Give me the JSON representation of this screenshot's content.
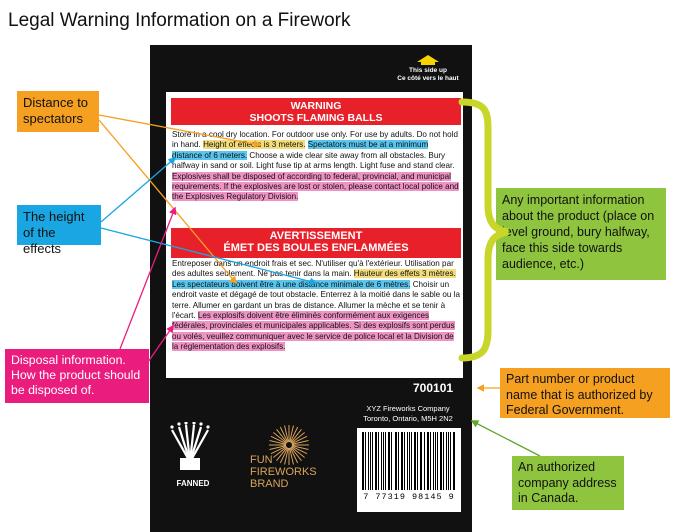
{
  "title": "Legal Warning Information on a Firework",
  "package": {
    "side_up_en": "This side up",
    "side_up_fr": "Ce côté vers le haut",
    "warning_heading": "WARNING",
    "warning_subheading": "SHOOTS FLAMING BALLS",
    "en_text_1": "Store in a cool dry location. For outdoor use only. For use by adults. Do not hold in hand. ",
    "en_height": "Height of effects is 3 meters.",
    "en_sep": " ",
    "en_distance": "Spectators must be at a minimum distance of 6 meters.",
    "en_text_2": " Choose a wide clear site away from all obstacles. Bury halfway in sand or soil. Light fuse tip at arms length. Light fuse and stand clear. ",
    "en_disposal": "Explosives shall be disposed of according to federal, provincial, and municipal requirements. If the explosives are lost or stolen, please contact local police and the Explosives Regulatory Division.",
    "fr_heading": "AVERTISSEMENT",
    "fr_subheading": "ÉMET DES BOULES ENFLAMMÉES",
    "fr_text_1": "Entreposer dans un endroit frais et sec. N'utiliser qu'à l'extérieur. Utilisation par des adultes seulement. Ne pas tenir dans la main. ",
    "fr_height": "Hauteur des effets 3 mètres.",
    "fr_sep": " ",
    "fr_distance": "Les spectateurs doivent être à une distance minimale de 6 mètres.",
    "fr_text_2": " Choisir un endroit vaste et dégagé de tout obstacle. Enterrez à la moitié dans le sable ou la terre. Allumer en gardant un bras de distance. Allumer la mèche et se tenir à l'écart. ",
    "fr_disposal": "Les explosifs doivent être éliminés conformément aux exigences fédérales, provinciales et municipales applicables. Si des explosifs sont perdus ou volés, veuillez communiquer avec le service de police local et la Division de la réglementation des explosifs.",
    "part_number": "700101",
    "company_name": "XYZ Fireworks Company",
    "company_address": "Toronto, Ontario, M5H 2N2",
    "barcode_number": "7   77319   98145   9",
    "fan_label": "FANNED",
    "brand_line1": "FUN",
    "brand_line2": "FIREWORKS",
    "brand_line3": "BRAND"
  },
  "callouts": {
    "distance": "Distance to spectators",
    "height": "The height of the effects",
    "disposal": "Disposal information. How the product should be disposed of.",
    "info": "Any important information about the product (place on level ground, bury halfway, face this side towards audience, etc.)",
    "part": "Part number or product name that is authorized by Federal Government.",
    "address": "An authorized company address in Canada."
  },
  "colors": {
    "orange": "#f5a021",
    "blue": "#1aa6e3",
    "magenta": "#ea1d7e",
    "green": "#8fc43e",
    "warning_red": "#e8202a",
    "brace": "#c8d629"
  }
}
